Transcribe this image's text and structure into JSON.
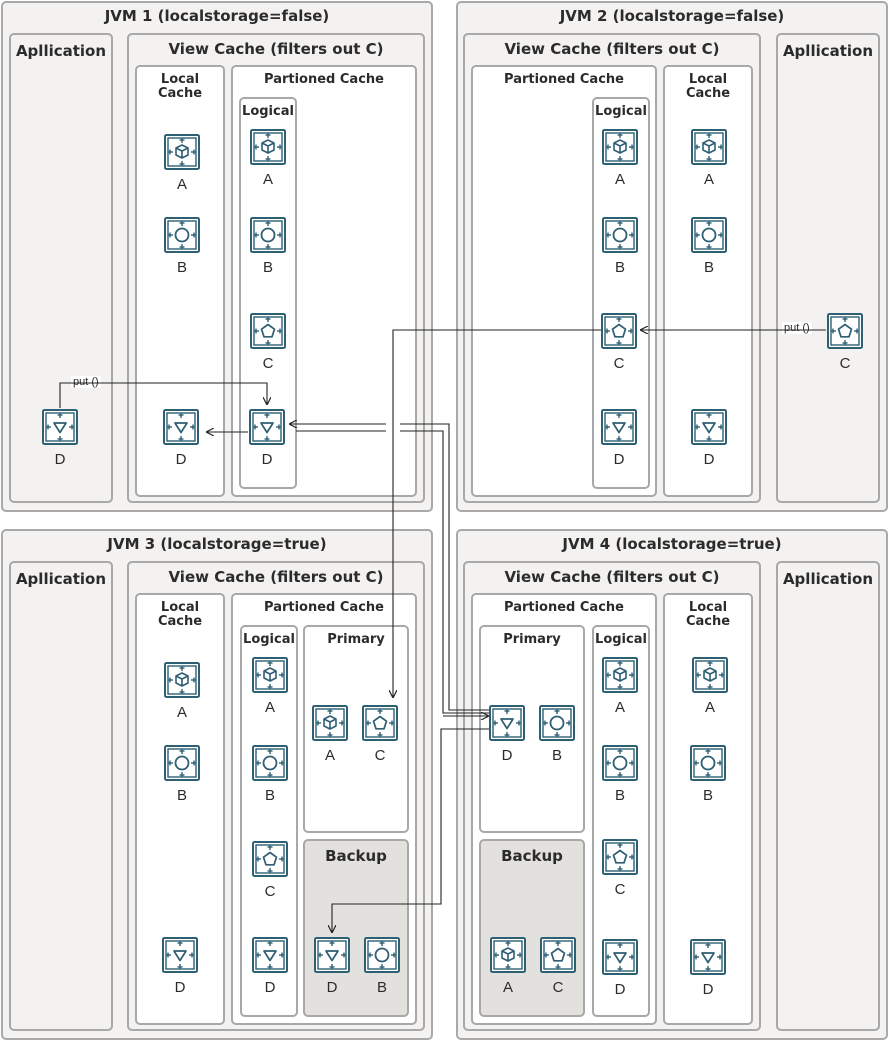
{
  "jvms": [
    {
      "title": "JVM 1 (localstorage=false)",
      "application": "Apllication",
      "view_cache": "View Cache (filters out C)",
      "local_cache": "Local Cache",
      "partitioned_cache": "Partioned Cache",
      "logical": "Logical"
    },
    {
      "title": "JVM 2 (localstorage=false)",
      "application": "Apllication",
      "view_cache": "View Cache (filters out C)",
      "local_cache": "Local Cache",
      "partitioned_cache": "Partioned Cache",
      "logical": "Logical"
    },
    {
      "title": "JVM 3 (localstorage=true)",
      "application": "Apllication",
      "view_cache": "View Cache (filters out C)",
      "local_cache": "Local Cache",
      "partitioned_cache": "Partioned Cache",
      "logical": "Logical",
      "primary": "Primary",
      "backup": "Backup"
    },
    {
      "title": "JVM 4 (localstorage=true)",
      "application": "Apllication",
      "view_cache": "View Cache (filters out C)",
      "local_cache": "Local Cache",
      "partitioned_cache": "Partioned Cache",
      "logical": "Logical",
      "primary": "Primary",
      "backup": "Backup"
    }
  ],
  "put_label": "put ()",
  "icon_types": {
    "A": "cube-icon",
    "B": "circle-icon",
    "C": "pentagon-icon",
    "D": "triangle-icon"
  },
  "colors": {
    "icon_frame": "#2e5f73",
    "container_bg": "#f3f2f0",
    "backup_bg": "#e3e1de",
    "border": "#a8a8a8"
  },
  "letters": {
    "A": "A",
    "B": "B",
    "C": "C",
    "D": "D"
  }
}
